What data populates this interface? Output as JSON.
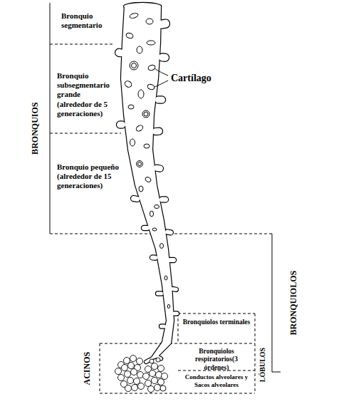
{
  "diagram": {
    "labels": [
      "Bronquio segmentario",
      "Bronquio subsegmentario grande (alrededor de 5 generaciones)",
      "Bronquio pequeño (alrededor de 15 generaciones)",
      "Cartílago",
      "BRONQUIOS",
      "BRONQUIOLOS",
      "Bronquiolos terminales",
      "Bronquiolos respiratorios(3 órdenes)",
      "Conductos alveolares y Sacos alveolares",
      "LÓBULOS",
      "ACINOS"
    ]
  }
}
